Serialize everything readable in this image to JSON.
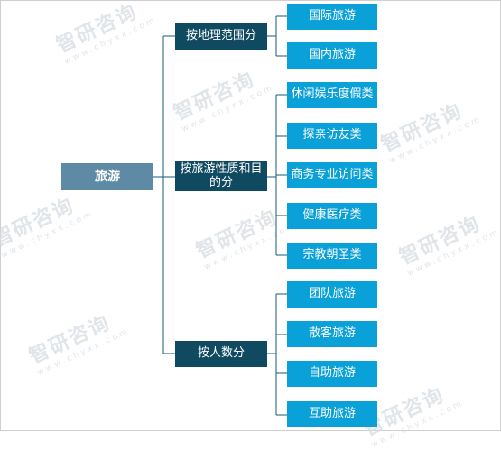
{
  "root": {
    "label": "旅游"
  },
  "categories": [
    {
      "label": "按地理范围分",
      "items": [
        "国际旅游",
        "国内旅游"
      ]
    },
    {
      "label": "按旅游性质和目的分",
      "items": [
        "休闲娱乐度假类",
        "探亲访友类",
        "商务专业访问类",
        "健康医疗类",
        "宗教朝圣类"
      ]
    },
    {
      "label": "按人数分",
      "items": [
        "团队旅游",
        "散客旅游",
        "自助旅游",
        "互助旅游"
      ]
    }
  ],
  "watermark": {
    "brand": "智研咨询",
    "url": "www.chyxx.com"
  },
  "colors": {
    "root": "#5f8aa6",
    "category": "#0f4a61",
    "leaf": "#0aa0d8",
    "line": "#1a5a70"
  }
}
